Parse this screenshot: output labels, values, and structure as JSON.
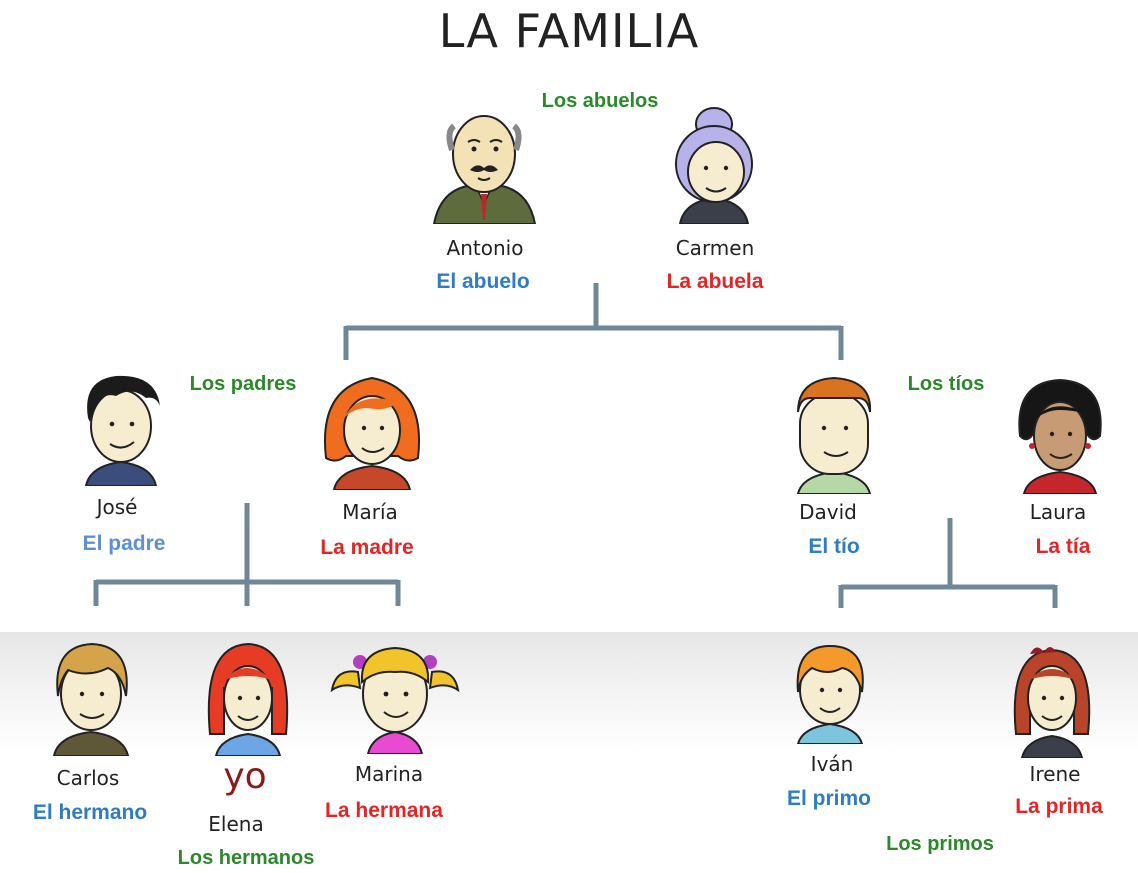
{
  "title": "LA FAMILIA",
  "groups": {
    "abuelos": "Los abuelos",
    "padres": "Los padres",
    "tios": "Los tíos",
    "hermanos": "Los hermanos",
    "primos": "Los primos"
  },
  "yo_label": "yo",
  "people": {
    "antonio": {
      "name": "Antonio",
      "role": "El abuelo"
    },
    "carmen": {
      "name": "Carmen",
      "role": "La abuela"
    },
    "jose": {
      "name": "José",
      "role": "El padre"
    },
    "maria": {
      "name": "María",
      "role": "La madre"
    },
    "david": {
      "name": "David",
      "role": "El tío"
    },
    "laura": {
      "name": "Laura",
      "role": "La tía"
    },
    "carlos": {
      "name": "Carlos",
      "role": "El hermano"
    },
    "elena": {
      "name": "Elena"
    },
    "marina": {
      "name": "Marina",
      "role": "La hermana"
    },
    "ivan": {
      "name": "Iván",
      "role": "El primo"
    },
    "irene": {
      "name": "Irene",
      "role": "La prima"
    }
  },
  "colors": {
    "male_role": "#2e7cc4",
    "female_role": "#e52525",
    "group_label": "#2a8a2a",
    "tree_line": "#6f8796",
    "yo": "#8b1a1a"
  }
}
